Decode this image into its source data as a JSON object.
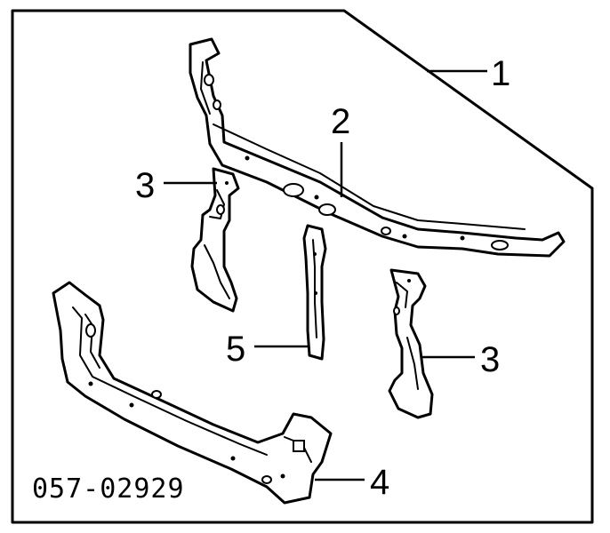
{
  "diagram": {
    "part_code": "057-02929",
    "callouts": [
      {
        "id": "c1",
        "label": "1"
      },
      {
        "id": "c2",
        "label": "2"
      },
      {
        "id": "c3a",
        "label": "3"
      },
      {
        "id": "c3b",
        "label": "3"
      },
      {
        "id": "c4",
        "label": "4"
      },
      {
        "id": "c5",
        "label": "5"
      }
    ],
    "colors": {
      "line": "#000000",
      "background": "#ffffff"
    }
  }
}
